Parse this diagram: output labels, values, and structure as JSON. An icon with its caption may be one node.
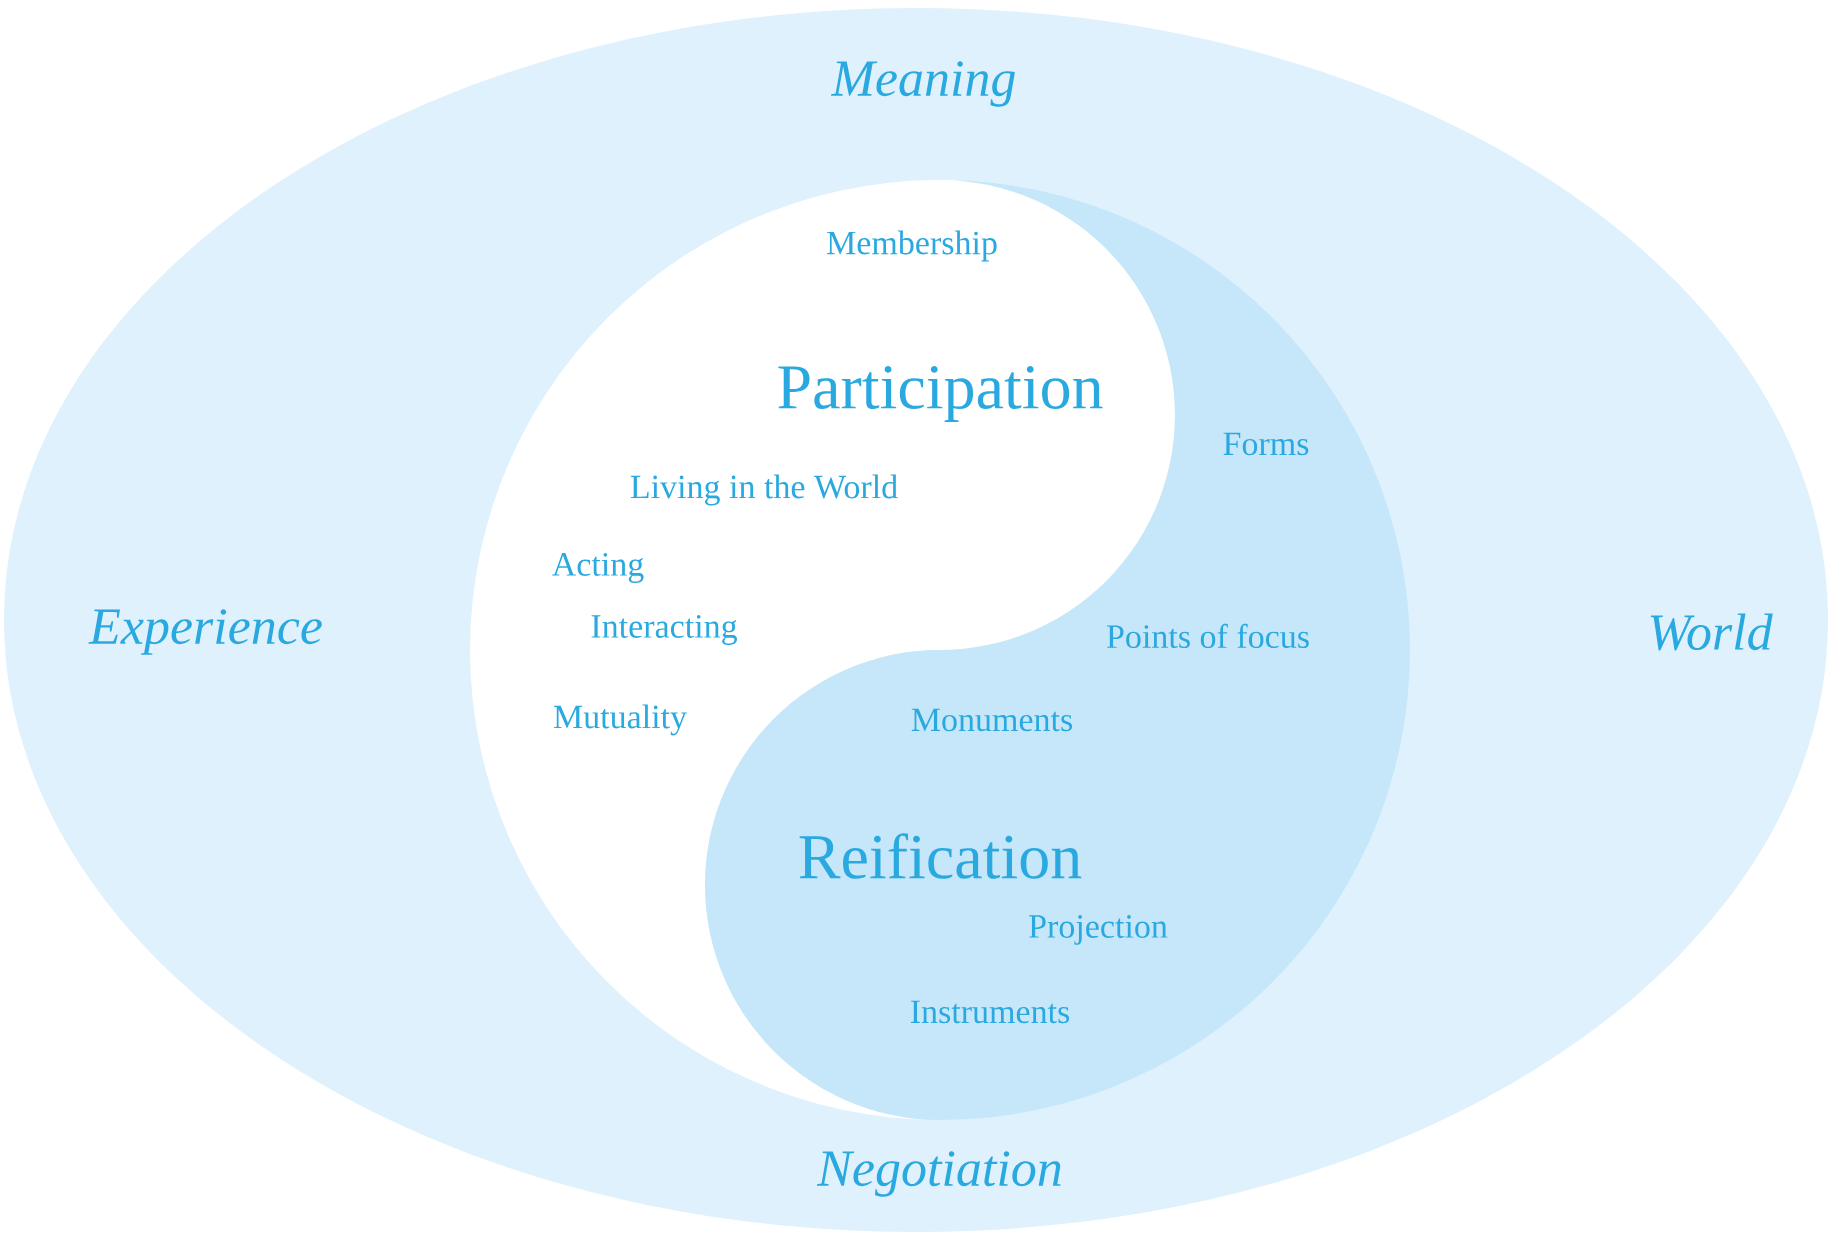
{
  "diagram": {
    "nodes": [
      {
        "text": [
          "Meaning",
          "Experience",
          "World",
          "Negotiation"
        ]
      },
      {
        "text": [
          "Membership",
          "Participation",
          "Living in the World",
          "Acting",
          "Interacting",
          "Mutuality"
        ],
        "in": 0
      },
      {
        "text": [
          "Forms",
          "Points of focus",
          "Monuments",
          "Reification",
          "Projection",
          "Instruments"
        ],
        "in": 0
      }
    ]
  }
}
